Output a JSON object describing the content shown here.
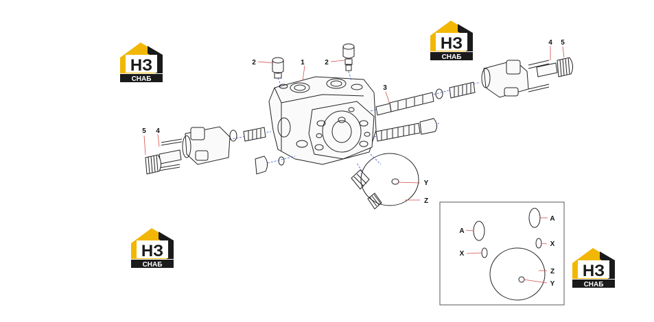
{
  "logos": [
    {
      "letters": "НЗ",
      "caption": "СНАБ"
    },
    {
      "letters": "НЗ",
      "caption": "СНАБ"
    },
    {
      "letters": "НЗ",
      "caption": "СНАБ"
    },
    {
      "letters": "НЗ",
      "caption": "СНАБ"
    }
  ],
  "callouts": {
    "main": [
      "1",
      "2",
      "2",
      "3",
      "4",
      "5",
      "4",
      "5",
      "Y",
      "Z"
    ],
    "inset": [
      "A",
      "A",
      "X",
      "X",
      "Z",
      "Y"
    ]
  },
  "colors": {
    "logo_yellow": "#f2b705",
    "logo_black": "#1a1a1a",
    "leader_red": "#d24a4a",
    "axis_blue": "#3b5bd0"
  }
}
